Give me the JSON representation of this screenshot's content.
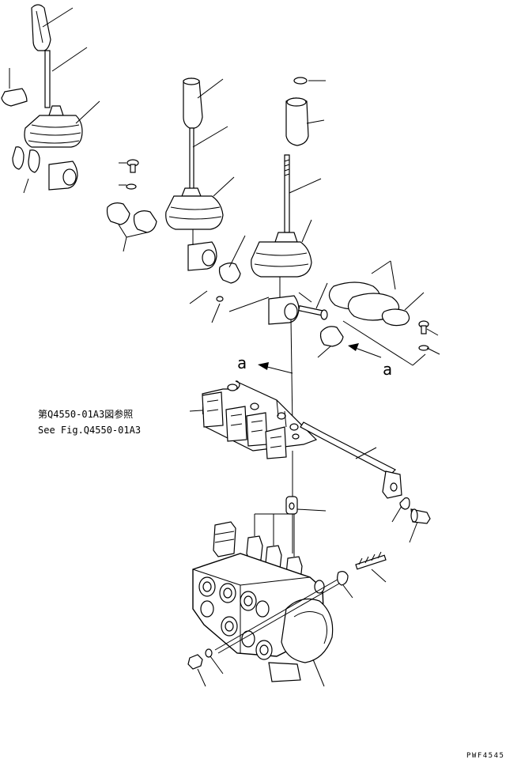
{
  "reference": {
    "jp": "第Q4550-01A3図参照",
    "en": "See Fig.Q4550-01A3"
  },
  "view_labels": [
    "a",
    "a"
  ],
  "drawing_code": "PWF4545"
}
